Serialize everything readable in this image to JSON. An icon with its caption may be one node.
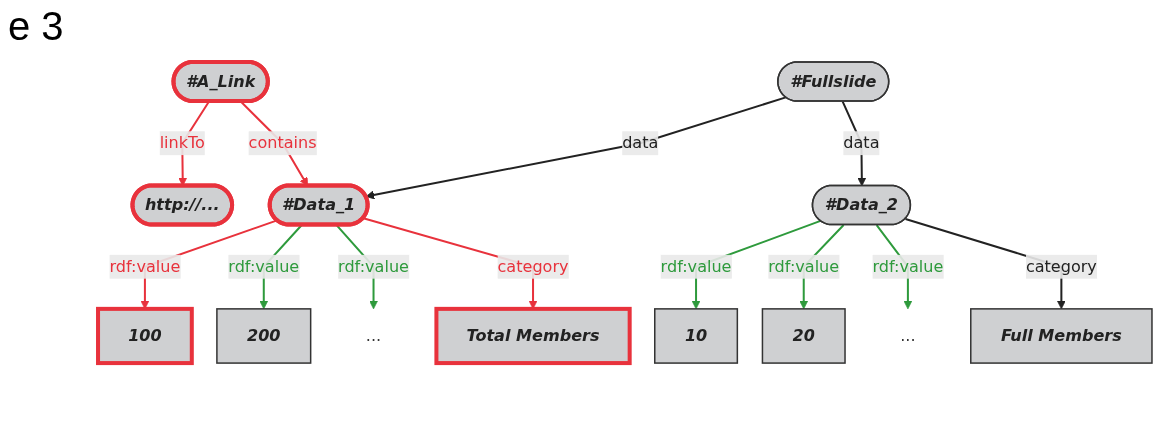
{
  "diagram": {
    "nodes": [
      {
        "text": [
          "#Fullslide"
        ]
      },
      {
        "text": [
          "#A_Link"
        ]
      },
      {
        "text": [
          "http://..."
        ]
      },
      {
        "text": [
          "#Data_1"
        ]
      },
      {
        "text": [
          "#Data_2"
        ]
      },
      {
        "text": [
          "100"
        ]
      },
      {
        "text": [
          "200"
        ]
      },
      {
        "text": [
          "..."
        ]
      },
      {
        "text": [
          "Total Members"
        ]
      },
      {
        "text": [
          "10"
        ]
      },
      {
        "text": [
          "20"
        ]
      },
      {
        "text": [
          "..."
        ]
      },
      {
        "text": [
          "Full Members"
        ]
      }
    ],
    "edges": [
      {
        "from": 0,
        "to": 3,
        "arrow": "to",
        "label": "data",
        "color": "#222222"
      },
      {
        "from": 0,
        "to": 4,
        "arrow": "to",
        "label": "data",
        "color": "#222222"
      },
      {
        "from": 1,
        "to": 2,
        "arrow": "to",
        "label": "linkTo",
        "color": "#e8323c"
      },
      {
        "from": 1,
        "to": 3,
        "arrow": "to",
        "label": "contains",
        "color": "#e8323c"
      },
      {
        "from": 3,
        "to": 5,
        "arrow": "to",
        "label": "rdf:value",
        "color": "#e8323c"
      },
      {
        "from": 3,
        "to": 6,
        "arrow": "to",
        "label": "rdf:value",
        "color": "#2e9a3c"
      },
      {
        "from": 3,
        "to": 7,
        "arrow": "to",
        "label": "rdf:value",
        "color": "#2e9a3c"
      },
      {
        "from": 3,
        "to": 8,
        "arrow": "to",
        "label": "category",
        "color": "#e8323c"
      },
      {
        "from": 4,
        "to": 9,
        "arrow": "to",
        "label": "rdf:value",
        "color": "#2e9a3c"
      },
      {
        "from": 4,
        "to": 10,
        "arrow": "to",
        "label": "rdf:value",
        "color": "#2e9a3c"
      },
      {
        "from": 4,
        "to": 11,
        "arrow": "to",
        "label": "rdf:value",
        "color": "#2e9a3c"
      },
      {
        "from": 4,
        "to": 12,
        "arrow": "to",
        "label": "category",
        "color": "#222222"
      }
    ],
    "labels": [
      "e 3"
    ]
  }
}
